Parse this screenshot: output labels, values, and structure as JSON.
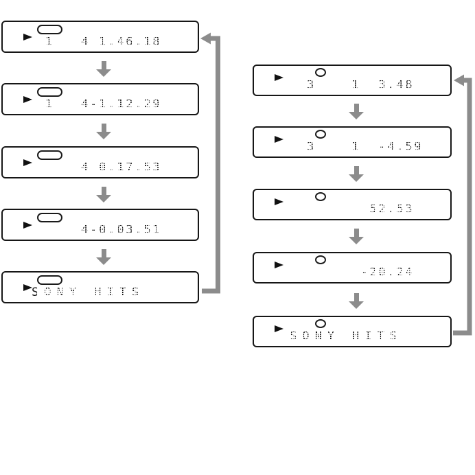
{
  "left_panel": {
    "steps": [
      {
        "text": "1   4 1.46.18"
      },
      {
        "text": "1   4-1.12.29"
      },
      {
        "text": "    4 0.17.53"
      },
      {
        "text": "    4-0.03.51"
      },
      {
        "text": "SONY HITS"
      }
    ]
  },
  "right_panel": {
    "steps": [
      {
        "text": "3    1  3.48"
      },
      {
        "text": "3    1  -4.59"
      },
      {
        "text": "       52.53"
      },
      {
        "text": "      -20.24"
      },
      {
        "text": "SONY HITS"
      }
    ]
  },
  "icons": {
    "play_icon": "right-pointing solid triangle",
    "oval_indicator_icon": "wide stadium outline",
    "circle_indicator_icon": "small circle outline",
    "down_arrow_icon": "thick gray down arrow",
    "return_arrow_icon": "gray elbow arrow looping from last display back to first"
  },
  "colors": {
    "background": "#ffffff",
    "outline": "#161616",
    "lcd_text": "#1a1a1a",
    "arrow_gray": "#8c8c8c"
  }
}
